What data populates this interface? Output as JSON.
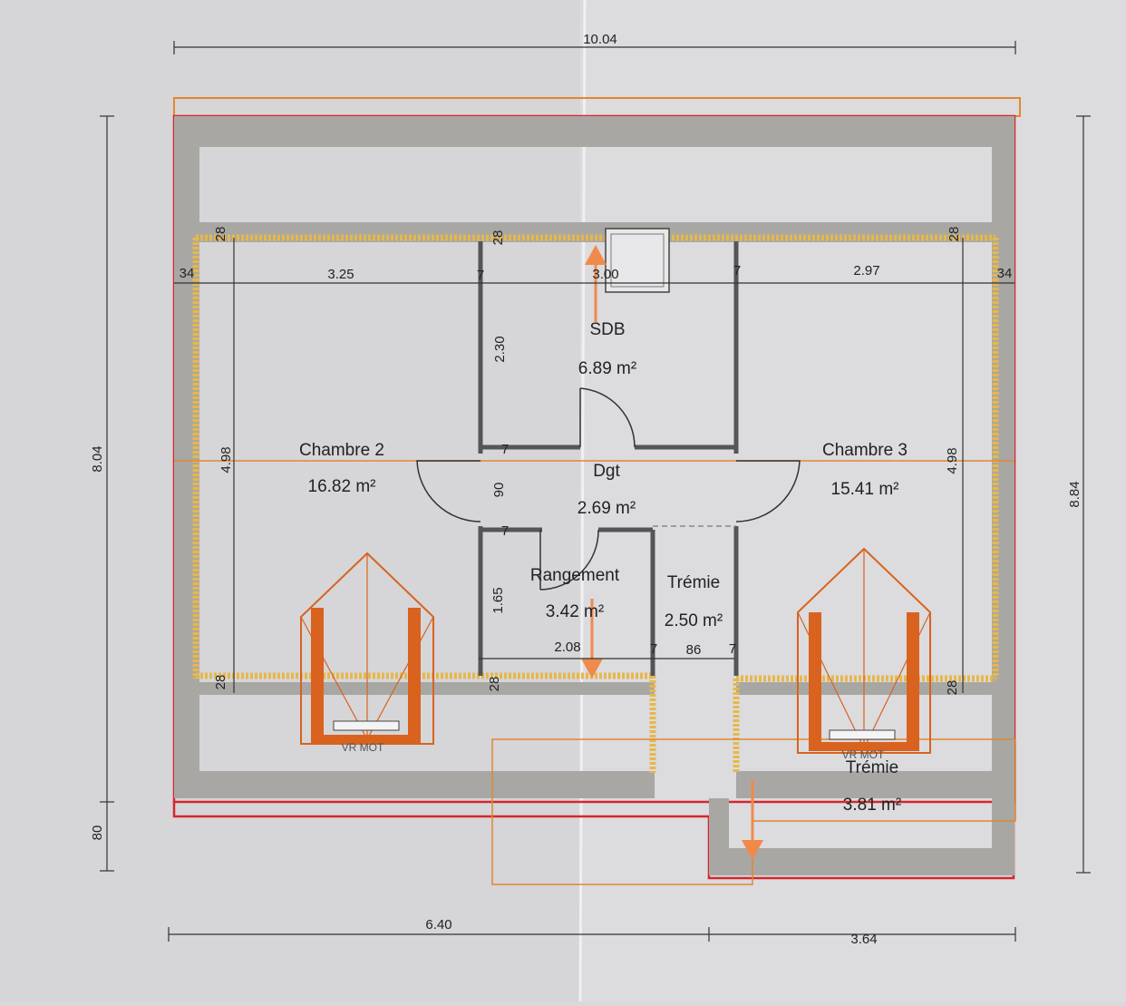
{
  "colors": {
    "paper": "#dcdbde",
    "wall": "#a9a7a4",
    "insulation": "#e6b84a",
    "outline_red": "#d4272d",
    "outline_orange": "#e0882f",
    "chimney": "#d9621e",
    "dimension": "#333333"
  },
  "icons": [
    "arrow-up-icon",
    "arrow-down-icon",
    "door-swing-icon",
    "roof-window-icon"
  ],
  "dimensions": {
    "overall_width": "10.04",
    "left_height": "8.04",
    "right_height": "8.84",
    "lower_left": "80",
    "bottom_left": "6.40",
    "bottom_right": "3.64",
    "chambre2_width": "3.25",
    "sdb_width": "3.00",
    "chambre3_width": "2.97",
    "wall_left": "34",
    "wall_right": "34",
    "chambre2_depth": "4.98",
    "chambre3_depth": "4.98",
    "sdb_depth": "2.30",
    "dgt_depth": "90",
    "rangement_depth": "1.65",
    "rangement_width": "2.08",
    "tremie_width": "86",
    "partition_a": "7",
    "partition_b": "7",
    "partition_c": "7",
    "partition_d": "7",
    "partition_e": "7",
    "partition_f": "7",
    "ins_top_1": "28",
    "ins_top_2": "28",
    "ins_top_3": "28",
    "ins_bot_1": "28",
    "ins_bot_2": "28",
    "ins_bot_3": "28"
  },
  "rooms": {
    "chambre2": {
      "name": "Chambre 2",
      "area": "16.82 m²"
    },
    "chambre3": {
      "name": "Chambre 3",
      "area": "15.41 m²"
    },
    "sdb": {
      "name": "SDB",
      "area": "6.89 m²"
    },
    "dgt": {
      "name": "Dgt",
      "area": "2.69 m²"
    },
    "rangement": {
      "name": "Rangement",
      "area": "3.42 m²"
    },
    "tremie_stair": {
      "name": "Trémie",
      "area": "2.50 m²"
    },
    "tremie_lower": {
      "name": "Trémie",
      "area": "3.81 m²"
    }
  },
  "labels": {
    "vr_mot_left": "VR MOT",
    "vr_mot_right": "VR MOT"
  }
}
